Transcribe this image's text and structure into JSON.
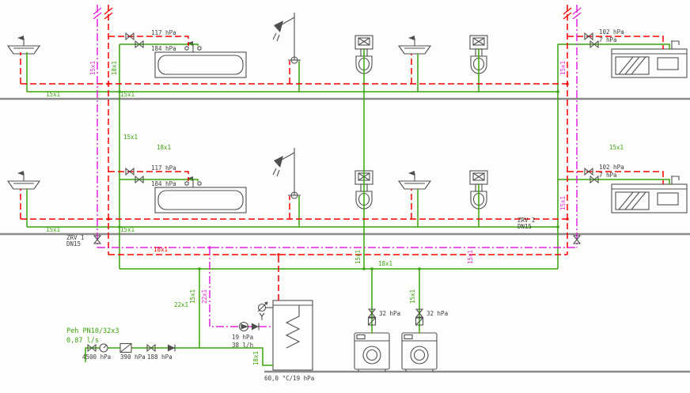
{
  "colors": {
    "cold": "#3aa30c",
    "hot": "#f80400",
    "circ": "#e424dc",
    "fixture": "#4f4f4f",
    "floor": "#8a8a8a",
    "ink": "#3c3c3c",
    "bg": "#fdfdfb"
  },
  "labels": {
    "dim15": "15x1",
    "dim18": "18x1",
    "dim22": "22x1",
    "p117": "117 hPa",
    "p184": "184 hPa",
    "p102": "102 hPa",
    "p7": "7 hPa",
    "p32": "32 hPa",
    "p4500": "4500 hPa",
    "p390": "390 hPa",
    "p188": "188 hPa",
    "p19": "19 hPa",
    "f38": "38 l/h",
    "zrv1": "ZRV 1",
    "zrv2": "ZRV 2",
    "dn15": "DN15",
    "spec1": "Peh PN10/32x3",
    "spec2": "0,87 l/s",
    "heater_temp": "60,0 °C/19 hPa"
  }
}
